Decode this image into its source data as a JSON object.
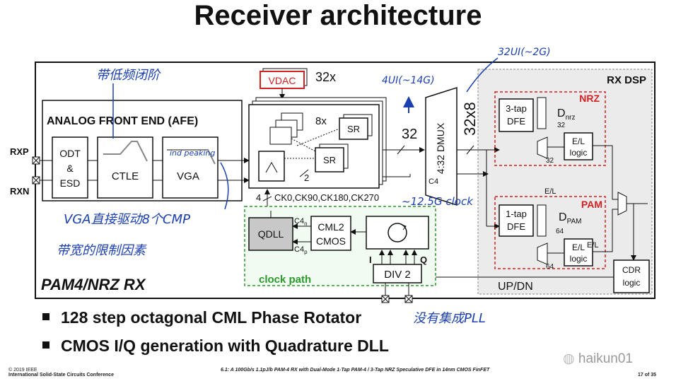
{
  "slide": {
    "title": "Receiver architecture",
    "bullets": [
      "128 step octagonal CML Phase Rotator",
      "CMOS I/Q generation with Quadrature DLL"
    ],
    "footer_left_line1": "© 2019 IEEE",
    "footer_left_line2": "International Solid-State Circuits Conference",
    "footer_center": "6.1: A 100Gb/s 1.1pJ/b PAM-4 RX with Dual-Mode 1-Tap PAM-4 / 3-Tap NRZ Speculative DFE in 14nm CMOS FinFET",
    "page_number": "17 of 35",
    "watermark": "haikun01"
  },
  "diagram": {
    "rx_label": "PAM4/NRZ RX",
    "rx_dsp": "RX DSP",
    "afe": "ANALOG FRONT END (AFE)",
    "rxp": "RXP",
    "rxn": "RXN",
    "odt_l1": "ODT",
    "odt_l2": "&",
    "odt_l3": "ESD",
    "ctle": "CTLE",
    "vga": "VGA",
    "vdac": "VDAC",
    "vdac_count": "32x",
    "sr_top": "SR",
    "sr_bottom": "SR",
    "sr_count": "8x",
    "sr_two": "2",
    "ck_four": "4",
    "ck_phases": "CK0,CK90,CK180,CK270",
    "bus_32": "32",
    "dmux": "4:32 DMUX",
    "c4": "C4",
    "bus_32x8": "32x8",
    "nrz": "NRZ",
    "dfe3_l1": "3-tap",
    "dfe3_l2": "DFE",
    "d_nrz": "D",
    "d_nrz_sub": "nrz",
    "nrz_32a": "32",
    "nrz_32b": "32",
    "el_logic_l1": "E/L",
    "el_logic_l2": "logic",
    "el_mid": "E/L",
    "pam": "PAM",
    "dfe1_l1": "1-tap",
    "dfe1_l2": "DFE",
    "d_pam": "D",
    "d_pam_sub": "PAM",
    "pam_64a": "64",
    "pam_64b": "64",
    "el_logic2_l1": "E/L",
    "el_logic2_l2": "logic",
    "el_right": "E/L",
    "cdr_l1": "CDR",
    "cdr_l2": "logic",
    "updn": "UP/DN",
    "qdll": "QDLL",
    "c4n": "C4",
    "c4n_sub": "n",
    "c4p": "C4",
    "c4p_sub": "p",
    "cml2_l1": "CML2",
    "cml2_l2": "CMOS",
    "i_label": "I",
    "q_label": "Q",
    "div2": "DIV 2",
    "clock_path": "clock path"
  },
  "handwriting": {
    "note_afe": "带低频闭阶",
    "note_vga_in": "ind peaking",
    "note_vga": "VGA直接驱动8个CMP",
    "note_bw": "带宽的限制因素",
    "note_4ui": "4UI(~14G)",
    "note_32ui": "32UI(~2G)",
    "note_clock": "~12.5G clock",
    "note_pll": "没有集成PLL"
  },
  "colors": {
    "accent_red": "#d42020",
    "clock_green": "#2a9a2a",
    "handwriting_blue": "#1a3fb0",
    "panel_gray": "#ebebeb",
    "qdll_gray": "#c8c8c8"
  }
}
